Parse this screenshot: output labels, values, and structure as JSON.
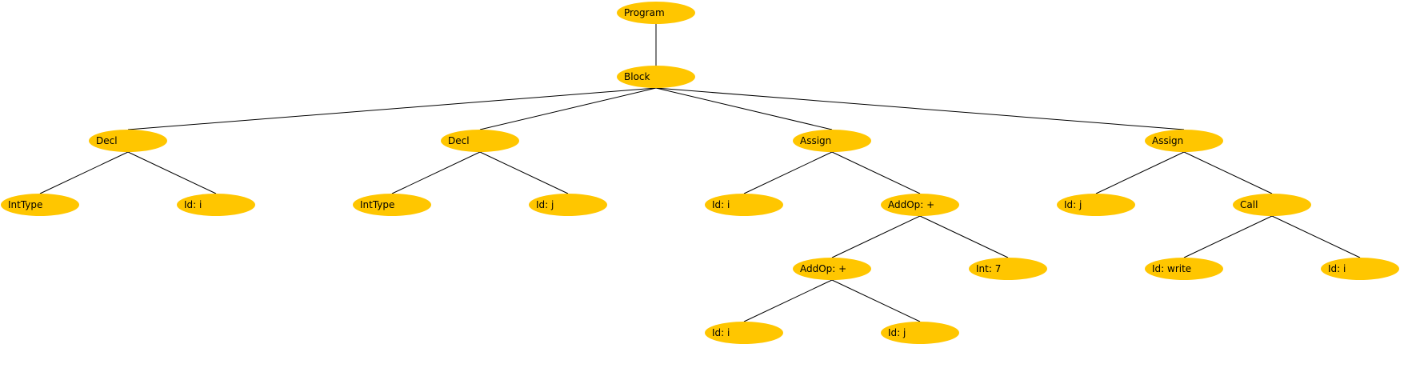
{
  "theme": {
    "node_fill": "#ffc600",
    "edge_color": "#000000",
    "background": "#ffffff"
  },
  "nodes": [
    {
      "id": "n0",
      "label": "Program"
    },
    {
      "id": "n1",
      "label": "Block"
    },
    {
      "id": "n2",
      "label": "Decl"
    },
    {
      "id": "n3",
      "label": "Decl"
    },
    {
      "id": "n4",
      "label": "Assign"
    },
    {
      "id": "n5",
      "label": "Assign"
    },
    {
      "id": "n6",
      "label": "IntType"
    },
    {
      "id": "n7",
      "label": "Id: i"
    },
    {
      "id": "n8",
      "label": "IntType"
    },
    {
      "id": "n9",
      "label": "Id: j"
    },
    {
      "id": "n10",
      "label": "Id: i"
    },
    {
      "id": "n11",
      "label": "AddOp: +"
    },
    {
      "id": "n12",
      "label": "Id: j"
    },
    {
      "id": "n13",
      "label": "Call"
    },
    {
      "id": "n14",
      "label": "AddOp: +"
    },
    {
      "id": "n15",
      "label": "Int: 7"
    },
    {
      "id": "n16",
      "label": "Id: write"
    },
    {
      "id": "n17",
      "label": "Id: i"
    },
    {
      "id": "n18",
      "label": "Id: i"
    },
    {
      "id": "n19",
      "label": "Id: j"
    }
  ],
  "edges": [
    {
      "from": "n0",
      "to": "n1"
    },
    {
      "from": "n1",
      "to": "n2"
    },
    {
      "from": "n1",
      "to": "n3"
    },
    {
      "from": "n1",
      "to": "n4"
    },
    {
      "from": "n1",
      "to": "n5"
    },
    {
      "from": "n2",
      "to": "n6"
    },
    {
      "from": "n2",
      "to": "n7"
    },
    {
      "from": "n3",
      "to": "n8"
    },
    {
      "from": "n3",
      "to": "n9"
    },
    {
      "from": "n4",
      "to": "n10"
    },
    {
      "from": "n4",
      "to": "n11"
    },
    {
      "from": "n5",
      "to": "n12"
    },
    {
      "from": "n5",
      "to": "n13"
    },
    {
      "from": "n11",
      "to": "n14"
    },
    {
      "from": "n11",
      "to": "n15"
    },
    {
      "from": "n13",
      "to": "n16"
    },
    {
      "from": "n13",
      "to": "n17"
    },
    {
      "from": "n14",
      "to": "n18"
    },
    {
      "from": "n14",
      "to": "n19"
    }
  ]
}
